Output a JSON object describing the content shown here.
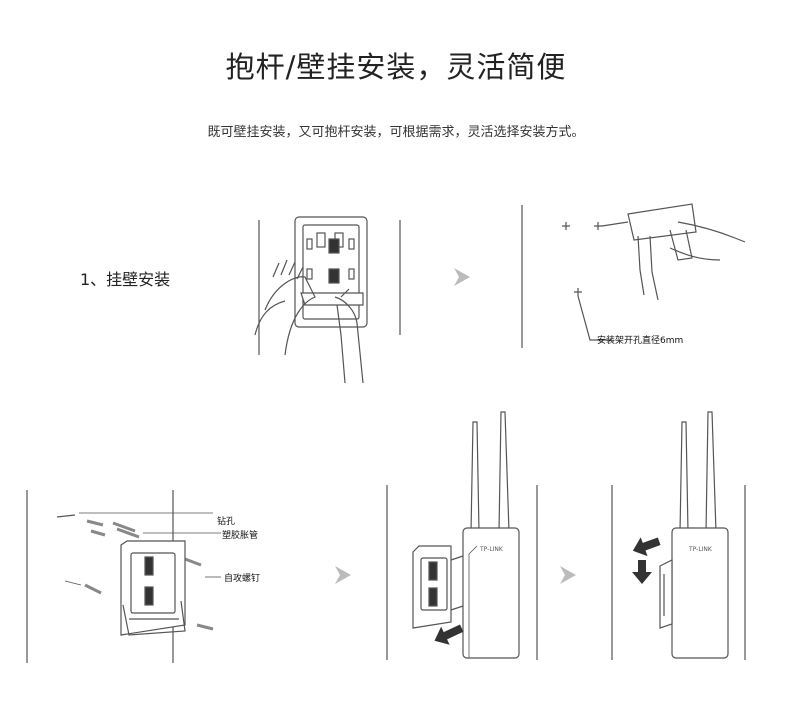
{
  "header": {
    "title": "抱杆/壁挂安装，灵活简便",
    "subtitle": "既可壁挂安装，又可抱杆安装，可根据需求，灵活选择安装方式。"
  },
  "step1": {
    "label": "1、挂壁安装"
  },
  "annotations": {
    "drill_hole_size": "安装架开孔直径6mm",
    "drill_hole": "钻孔",
    "plastic_anchor": "塑胶胀管",
    "self_tapping_screw": "自攻螺钉"
  },
  "device": {
    "brand_logo": "TP-LINK"
  },
  "colors": {
    "line": "#555555",
    "arrow": "#bbbbbb",
    "dark_arrow": "#333333"
  }
}
